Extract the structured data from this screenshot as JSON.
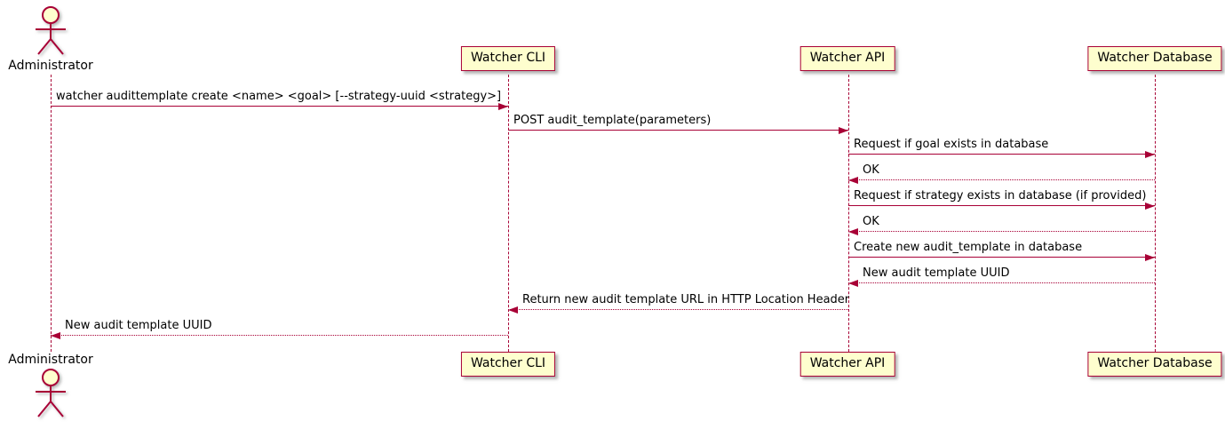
{
  "colors": {
    "line_accent": "#A80036",
    "participant_fill": "#FEFECE",
    "text": "#000000",
    "background": "#FFFFFF"
  },
  "actor": {
    "name": "Administrator"
  },
  "participants": [
    {
      "label": "Watcher CLI"
    },
    {
      "label": "Watcher API"
    },
    {
      "label": "Watcher Database"
    }
  ],
  "messages": [
    {
      "from": "Administrator",
      "to": "Watcher CLI",
      "line": "solid",
      "direction": "right",
      "text": "watcher audittemplate create <name> <goal> [--strategy-uuid <strategy>]"
    },
    {
      "from": "Watcher CLI",
      "to": "Watcher API",
      "line": "solid",
      "direction": "right",
      "text": "POST audit_template(parameters)"
    },
    {
      "from": "Watcher API",
      "to": "Watcher Database",
      "line": "solid",
      "direction": "right",
      "text": "Request if goal exists in database"
    },
    {
      "from": "Watcher Database",
      "to": "Watcher API",
      "line": "dashed",
      "direction": "left",
      "text": "OK"
    },
    {
      "from": "Watcher API",
      "to": "Watcher Database",
      "line": "solid",
      "direction": "right",
      "text": "Request if strategy exists in database (if provided)"
    },
    {
      "from": "Watcher Database",
      "to": "Watcher API",
      "line": "dashed",
      "direction": "left",
      "text": "OK"
    },
    {
      "from": "Watcher API",
      "to": "Watcher Database",
      "line": "solid",
      "direction": "right",
      "text": "Create new audit_template in database"
    },
    {
      "from": "Watcher Database",
      "to": "Watcher API",
      "line": "dashed",
      "direction": "left",
      "text": "New audit template UUID"
    },
    {
      "from": "Watcher API",
      "to": "Watcher CLI",
      "line": "dashed",
      "direction": "left",
      "text": "Return new audit template URL in HTTP Location Header"
    },
    {
      "from": "Watcher CLI",
      "to": "Administrator",
      "line": "dashed",
      "direction": "left",
      "text": "New audit template UUID"
    }
  ]
}
